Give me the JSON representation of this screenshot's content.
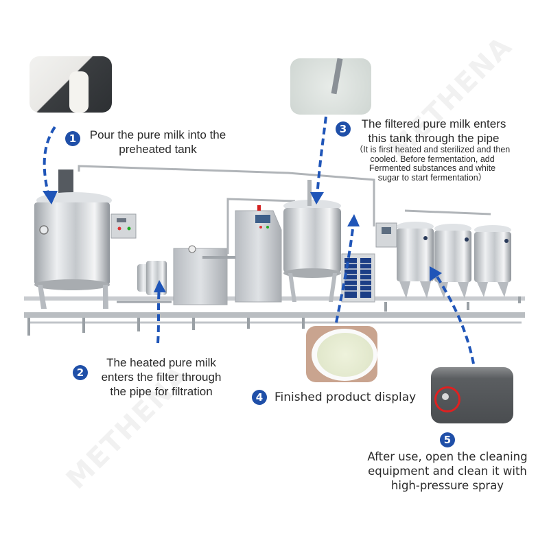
{
  "watermark": {
    "left": "METHENA",
    "right": "METHENA"
  },
  "steps": [
    {
      "number": "1",
      "title_line1": "Pour the pure milk into the",
      "title_line2": "preheated tank",
      "photo": "milk-pouring-photo"
    },
    {
      "number": "2",
      "title_line1": "The heated pure milk",
      "title_line2": "enters the filter through",
      "title_line3": "the pipe for filtration"
    },
    {
      "number": "3",
      "title_line1": "The filtered pure milk enters",
      "title_line2": "this tank through the pipe",
      "note_line1": "（It is first heated and sterilized and then",
      "note_line2": "cooled. Before fermentation, add",
      "note_line3": "Fermented substances and white",
      "note_line4": "sugar to start fermentation）",
      "photo": "milk-tank-interior-photo"
    },
    {
      "number": "4",
      "title": "Finished product display",
      "photo": "yogurt-cup-photo"
    },
    {
      "number": "5",
      "title_line1": "After use, open the cleaning",
      "title_line2": "equipment and clean it with",
      "title_line3": "high-pressure spray",
      "photo": "cleaning-nozzle-photo"
    }
  ],
  "colors": {
    "accent": "#1f4fa8",
    "arrow": "#1f55b8",
    "steel": "#c9ccd0",
    "highlight_ring": "#e02020",
    "text": "#2a2a2a"
  },
  "equipment": [
    "preheating-tank",
    "filter",
    "homogenizer",
    "sterilizer-control-cabinet",
    "fermentation-tank",
    "chiller-unit",
    "storage-tank-1",
    "storage-tank-2",
    "storage-tank-3"
  ]
}
